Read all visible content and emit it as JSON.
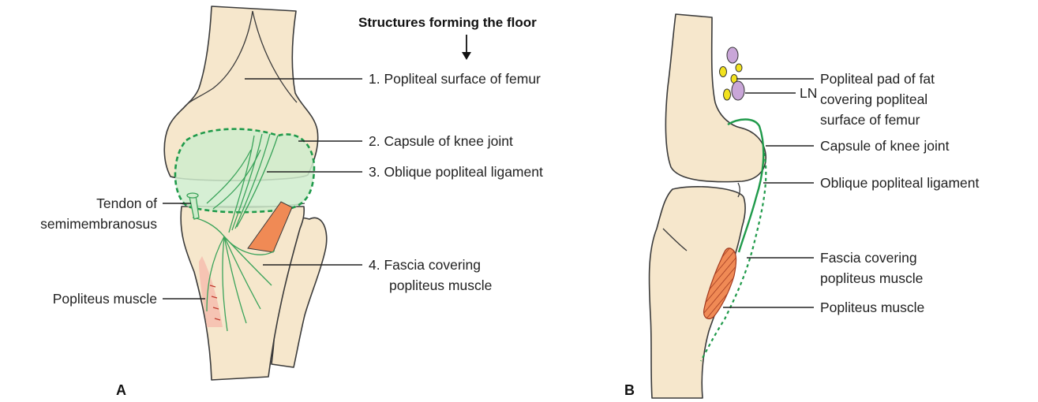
{
  "colors": {
    "bone": "#f6e7cc",
    "capsule_fill": "#cfeccc",
    "capsule_border": "#1f9a4a",
    "ligament": "#3aa35a",
    "muscle": "#f08a55",
    "muscle_light": "#f6c0b0",
    "fat_pad": "#f2e21e",
    "lymph_node": "#c9a6d8"
  },
  "figure_a": {
    "panel_label": "A",
    "heading": "Structures forming the floor",
    "arrow_icon": "down-arrow-icon",
    "labels": {
      "popliteal_surface": "1. Popliteal surface of femur",
      "capsule": "2. Capsule of knee joint",
      "oblique_ligament": "3. Oblique popliteal ligament",
      "fascia_line1": "4. Fascia covering",
      "fascia_line2": "popliteus muscle",
      "tendon_line1": "Tendon of",
      "tendon_line2": "semimembranosus",
      "popliteus": "Popliteus muscle"
    }
  },
  "figure_b": {
    "panel_label": "B",
    "labels": {
      "fat_pad_line1": "Popliteal pad of fat",
      "fat_pad_line2": "covering popliteal",
      "fat_pad_line3": "surface of femur",
      "lymph_node": "LN",
      "capsule": "Capsule of knee joint",
      "oblique_ligament": "Oblique popliteal ligament",
      "fascia_line1": "Fascia covering",
      "fascia_line2": "popliteus muscle",
      "popliteus": "Popliteus muscle"
    }
  }
}
